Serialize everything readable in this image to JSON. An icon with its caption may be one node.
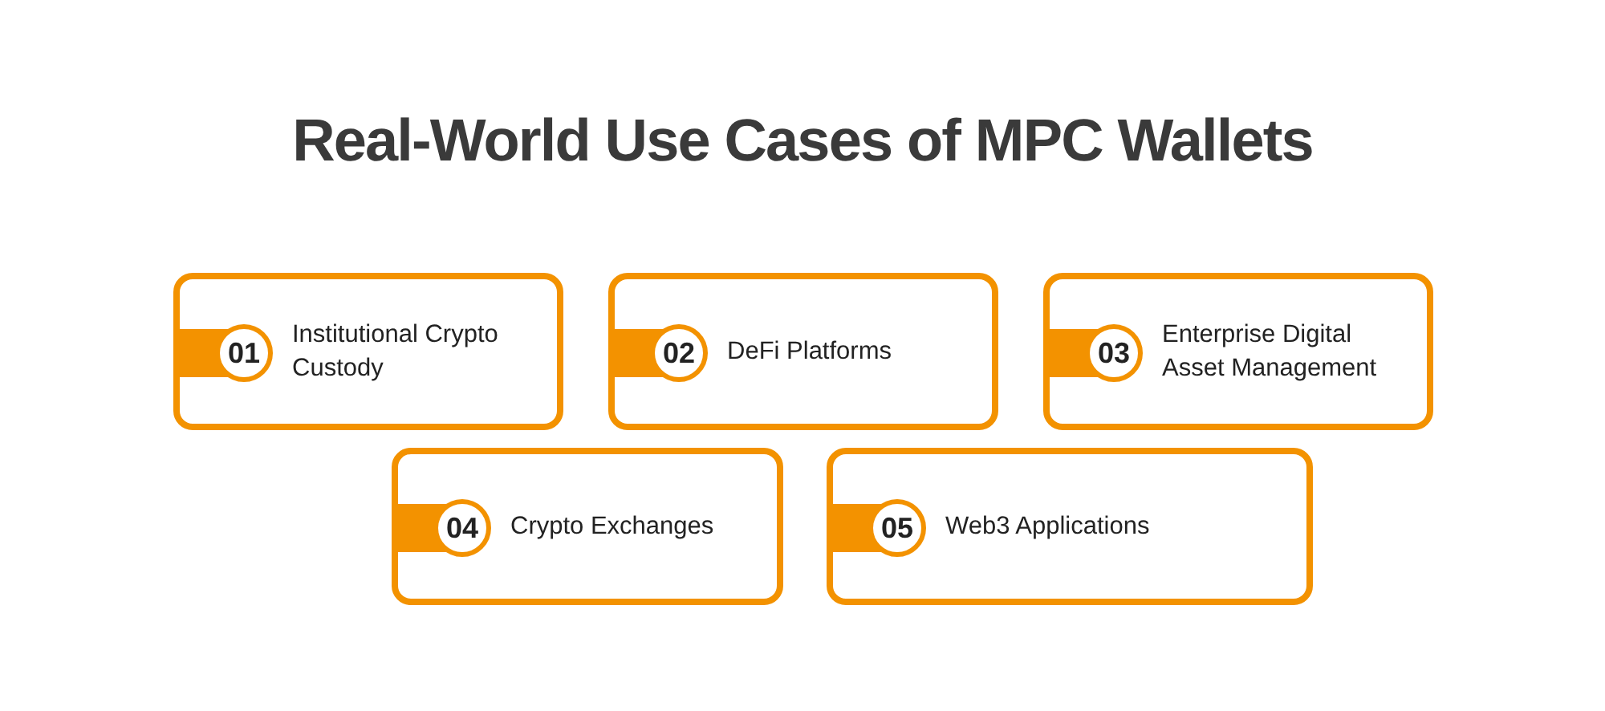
{
  "diagram": {
    "title": "Real-World Use Cases of MPC Wallets",
    "nodes": [
      {
        "text": [
          "01",
          "Institutional Crypto Custody"
        ]
      },
      {
        "text": [
          "02",
          "DeFi Platforms"
        ]
      },
      {
        "text": [
          "03",
          "Enterprise Digital Asset Management"
        ]
      },
      {
        "text": [
          "04",
          "Crypto Exchanges"
        ]
      },
      {
        "text": [
          "05",
          "Web3 Applications"
        ]
      }
    ]
  }
}
